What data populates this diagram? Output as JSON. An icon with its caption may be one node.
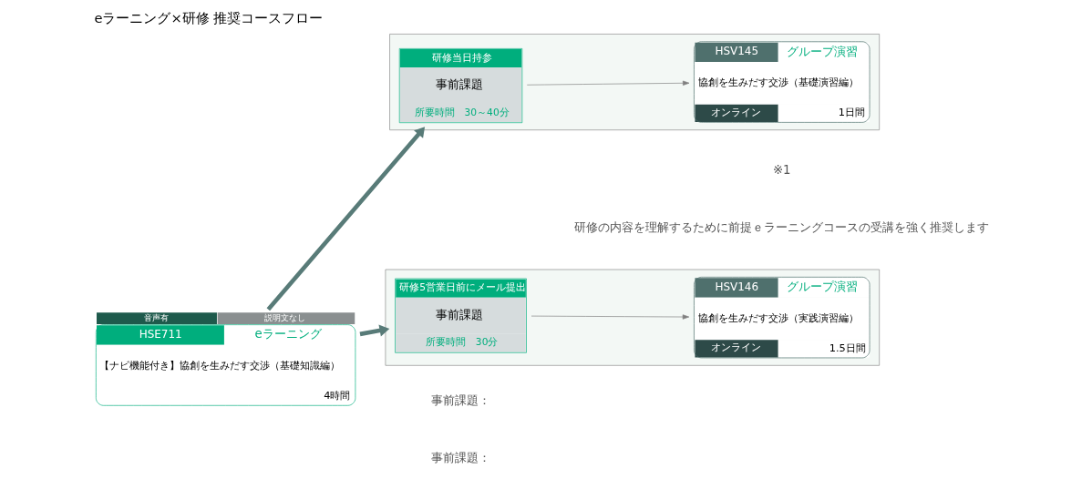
{
  "diagram": {
    "title": "eラーニング×研修 推奨コースフロー",
    "nodes": [
      {
        "text": [
          "HSE711",
          "eラーニング",
          "【ナビ機能付き】協創を生みだす交渉（基礎知識編）",
          "4時間"
        ],
        "beside": [
          "音声有",
          "説明文なし"
        ]
      },
      {
        "text": [],
        "shape": "box"
      },
      {
        "text": [
          "研修当日持参",
          "事前課題",
          "所要時間　30～40分"
        ],
        "in": 1
      },
      {
        "text": [
          "HSV145",
          "グループ演習",
          "協創を生みだす交渉（基礎演習編）",
          "オンライン",
          "1日間"
        ],
        "in": 1
      },
      {
        "text": [],
        "shape": "box"
      },
      {
        "text": [
          "研修5営業日前にメール提出",
          "事前課題",
          "所要時間　30分"
        ],
        "in": 4
      },
      {
        "text": [
          "HSV146",
          "グループ演習",
          "協創を生みだす交渉（実践演習編）",
          "オンライン",
          "1.5日間"
        ],
        "in": 4
      }
    ],
    "edges": [
      {
        "from": 0,
        "to": 1,
        "arrow": "to",
        "style": "thick",
        "color": "#587b78"
      },
      {
        "from": 2,
        "to": 3,
        "arrow": "to"
      },
      {
        "from": 0,
        "to": 4,
        "arrow": "to",
        "style": "thick",
        "color": "#587b78"
      },
      {
        "from": 5,
        "to": 6,
        "arrow": "to"
      }
    ],
    "labels": [
      "※1",
      "研修の内容を理解するために前提ｅラーニングコースの受講を強く推奨します",
      "事前課題：",
      "事前課題："
    ]
  }
}
